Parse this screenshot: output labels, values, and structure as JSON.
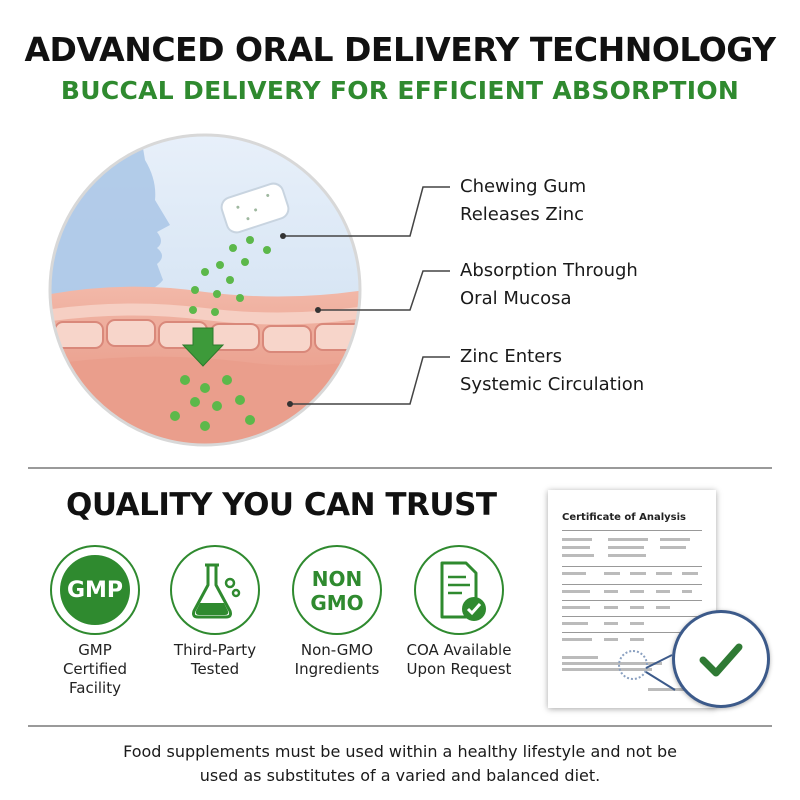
{
  "header": {
    "title": "ADVANCED ORAL DELIVERY TECHNOLOGY",
    "subtitle": "BUCCAL DELIVERY FOR EFFICIENT ABSORPTION"
  },
  "callouts": [
    {
      "line1": "Chewing Gum",
      "line2": "Releases Zinc"
    },
    {
      "line1": "Absorption Through",
      "line2": "Oral Mucosa"
    },
    {
      "line1": "Zinc Enters",
      "line2": "Systemic Circulation"
    }
  ],
  "quality": {
    "title": "QUALITY YOU CAN TRUST",
    "badges": [
      {
        "icon": "gmp-seal-icon",
        "icon_text": "GMP",
        "line1": "GMP",
        "line2": "Certified",
        "line3": "Facility"
      },
      {
        "icon": "flask-icon",
        "line1": "Third-Party",
        "line2": "Tested"
      },
      {
        "icon": "non-gmo-icon",
        "icon_line1": "NON",
        "icon_line2": "GMO",
        "line1": "Non-GMO",
        "line2": "Ingredients"
      },
      {
        "icon": "document-check-icon",
        "line1": "COA Available",
        "line2": "Upon Request"
      }
    ]
  },
  "certificate": {
    "title": "Certificate of Analysis"
  },
  "footer": {
    "line1": "Food supplements must be used within a healthy lifestyle and not be",
    "line2": "used as substitutes of a varied and balanced diet."
  },
  "colors": {
    "brand_green": "#2f8a2f",
    "text_dark": "#111111",
    "check_ring": "#3c5a8a",
    "tissue_pink": "#e9a08f",
    "sky_blue": "#cfe0f2"
  }
}
